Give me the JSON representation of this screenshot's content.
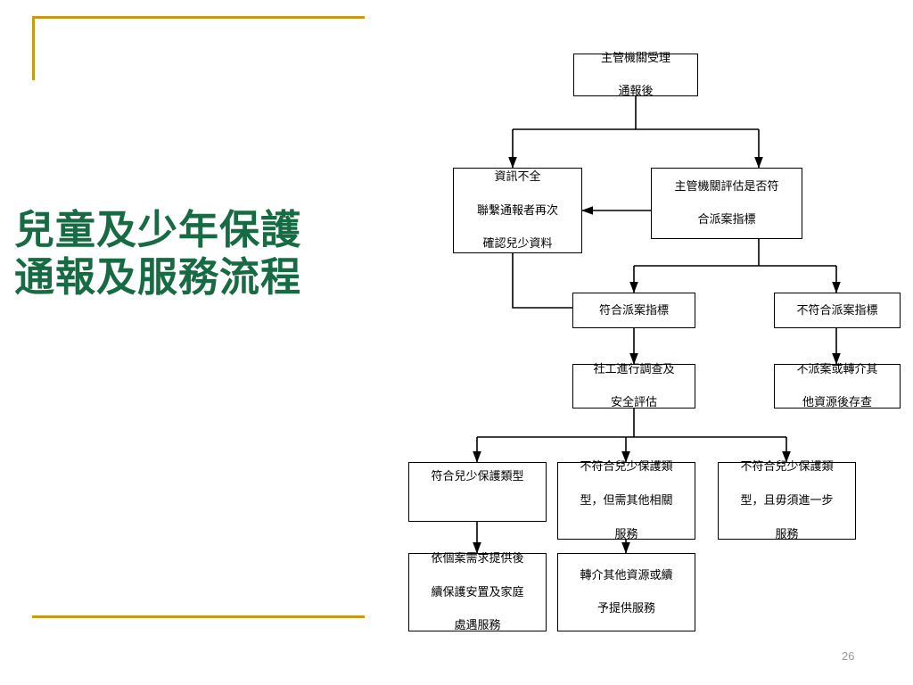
{
  "slide": {
    "title_lines": [
      "兒童及少年保護",
      "通報及服務流程"
    ],
    "page_number": "26",
    "accent_color": "#c69c17",
    "title_color": "#166b42"
  },
  "flowchart": {
    "type": "flowchart",
    "nodes": [
      {
        "id": "n1",
        "label": "主管機關受理\n通報後",
        "lines": [
          "主管機關受理",
          "通報後"
        ]
      },
      {
        "id": "n2",
        "label": "資訊不全\n聯繫通報者再次\n確認兒少資料",
        "lines": [
          "資訊不全",
          "聯繫通報者再次",
          "確認兒少資料"
        ]
      },
      {
        "id": "n3",
        "label": "主管機關評估是否符\n合派案指標",
        "lines": [
          "主管機關評估是否符",
          "合派案指標"
        ]
      },
      {
        "id": "n4",
        "label": "符合派案指標",
        "lines": [
          "符合派案指標"
        ]
      },
      {
        "id": "n5",
        "label": "不符合派案指標",
        "lines": [
          "不符合派案指標"
        ]
      },
      {
        "id": "n6",
        "label": "社工進行調查及\n安全評估",
        "lines": [
          "社工進行調查及",
          "安全評估"
        ]
      },
      {
        "id": "n7",
        "label": "不派案或轉介其\n他資源後存查",
        "lines": [
          "不派案或轉介其",
          "他資源後存查"
        ]
      },
      {
        "id": "n8",
        "label": "符合兒少保護類型",
        "lines": [
          "符合兒少保護類型"
        ]
      },
      {
        "id": "n9",
        "label": "不符合兒少保護類\n型，但需其他相關\n服務",
        "lines": [
          "不符合兒少保護類",
          "型，但需其他相關",
          "服務"
        ]
      },
      {
        "id": "n10",
        "label": "不符合兒少保護類\n型，且毋須進一步\n服務",
        "lines": [
          "不符合兒少保護類",
          "型，且毋須進一步",
          "服務"
        ]
      },
      {
        "id": "n11",
        "label": "依個案需求提供後\n續保護安置及家庭\n處遇服務",
        "lines": [
          "依個案需求提供後",
          "續保護安置及家庭",
          "處遇服務"
        ]
      },
      {
        "id": "n12",
        "label": "轉介其他資源或續\n予提供服務",
        "lines": [
          "轉介其他資源或續",
          "予提供服務"
        ]
      }
    ],
    "edges": [
      {
        "from": "n1",
        "to": "n2"
      },
      {
        "from": "n1",
        "to": "n3"
      },
      {
        "from": "n3",
        "to": "n2"
      },
      {
        "from": "n2",
        "to": "n4"
      },
      {
        "from": "n3",
        "to": "n4"
      },
      {
        "from": "n3",
        "to": "n5"
      },
      {
        "from": "n4",
        "to": "n6"
      },
      {
        "from": "n5",
        "to": "n7"
      },
      {
        "from": "n6",
        "to": "n8"
      },
      {
        "from": "n6",
        "to": "n9"
      },
      {
        "from": "n6",
        "to": "n10"
      },
      {
        "from": "n8",
        "to": "n11"
      },
      {
        "from": "n9",
        "to": "n12"
      }
    ]
  }
}
